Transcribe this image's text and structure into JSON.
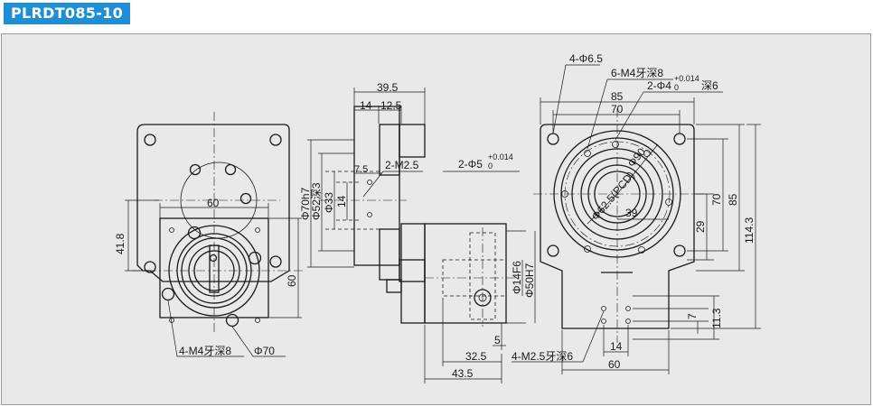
{
  "title": "PLRDT085-10",
  "labels": {
    "front_60": "60",
    "front_41_8": "41.8",
    "front_60_v": "60",
    "front_4m4": "4-M4牙深8",
    "front_phi70": "Φ70",
    "side_39_5": "39.5",
    "side_14": "14",
    "side_12_5": "12.5",
    "side_7_5": "7.5",
    "side_2m2_5": "2-M2.5",
    "side_phi70h7": "Φ70h7",
    "side_phi52": "Φ52深3",
    "side_phi33": "Φ33",
    "side_14v": "14",
    "side_phi5": "2-Φ5",
    "side_phi5_tol_up": "+0.014",
    "side_phi5_tol_lo": "0",
    "mid_phi14f6": "Φ14F6",
    "mid_phi50h7": "Φ50H7",
    "mid_5": "5",
    "mid_32_5": "32.5",
    "mid_43_5": "43.5",
    "mid_4m2_5": "4-M2.5牙深6",
    "right_4phi6_5": "4-Φ6.5",
    "right_6m4": "6-M4牙深8",
    "right_2phi4": "2-Φ4",
    "right_2phi4_tol_up": "+0.014",
    "right_2phi4_tol_lo": "0",
    "right_2phi4_depth": "深6",
    "right_85": "85",
    "right_70": "70",
    "right_phi62_5": "Φ62.5(PCD)",
    "right_phi90": "Φ90",
    "right_39": "39",
    "right_29": "29",
    "right_70v": "70",
    "right_85v": "85",
    "right_114_3": "114.3",
    "right_7": "7",
    "right_11_3": "11.3",
    "right_14": "14",
    "right_60": "60"
  }
}
